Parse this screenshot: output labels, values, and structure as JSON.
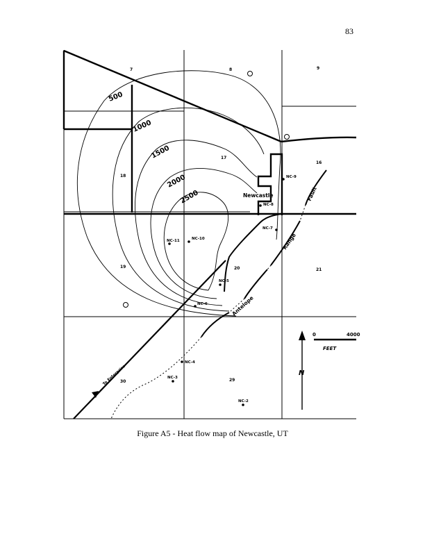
{
  "page": {
    "number": "83"
  },
  "caption": "Figure A5 - Heat flow map of Newcastle, UT",
  "map": {
    "sections": {
      "s7": "7",
      "s8": "8",
      "s9": "9",
      "s16": "16",
      "s17": "17",
      "s18": "18",
      "s19": "19",
      "s20": "20",
      "s21": "21",
      "s29": "29",
      "s30": "30"
    },
    "contours": {
      "c500": "500",
      "c1000": "1000",
      "c1500": "1500",
      "c2000": "2000",
      "c2500": "2500"
    },
    "wells": {
      "nc9": "NC-9",
      "nc8": "NC-8",
      "nc7": "NC-7",
      "nc10": "NC-10",
      "nc11": "NC-11",
      "nc5": "NC-5",
      "nc6": "NC-6",
      "nc4": "NC-4",
      "nc3": "NC-3",
      "nc2": "NC-2"
    },
    "town": "Newcastle",
    "fault_labels": {
      "fault": "Fault",
      "range": "Range",
      "antelope": "Antelope"
    },
    "road_label": "To Enterprise",
    "scale": {
      "zero": "0",
      "max": "4000",
      "unit": "FEET"
    },
    "north": "N"
  }
}
